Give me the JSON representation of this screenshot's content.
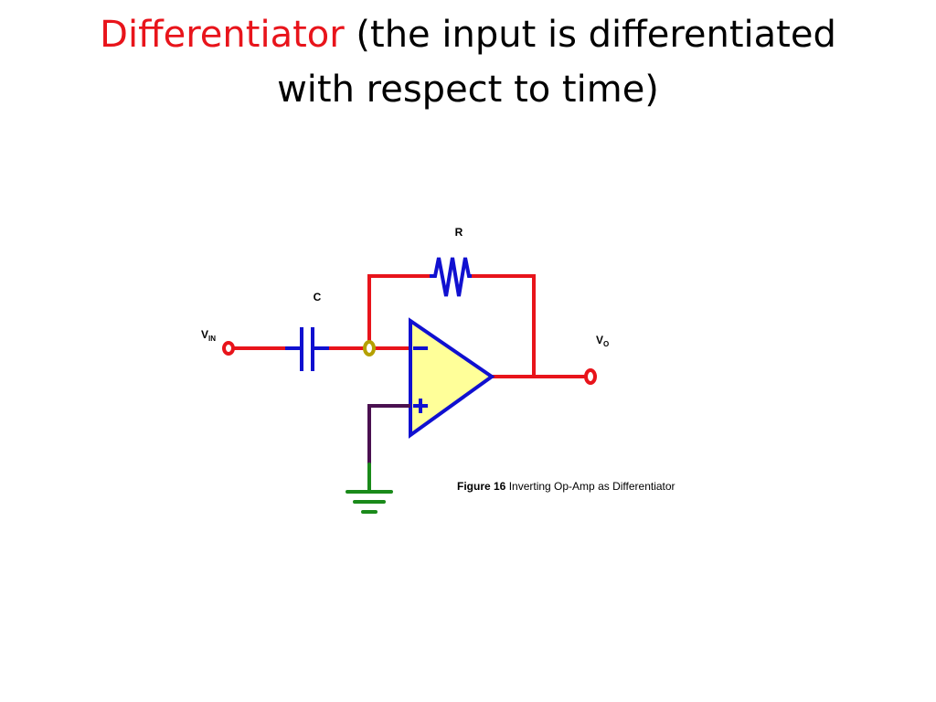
{
  "title": {
    "highlight": "Differentiator",
    "rest_line1": " (the input is differentiated",
    "line2": "with respect to time)"
  },
  "labels": {
    "resistor": "R",
    "capacitor": "C",
    "vin_main": "V",
    "vin_sub": "IN",
    "vo_main": "V",
    "vo_sub": "O",
    "minus": "−",
    "plus": "+"
  },
  "caption": {
    "figure": "Figure 16",
    "text": " Inverting Op-Amp as Differentiator"
  },
  "colors": {
    "title_highlight": "#e8141b",
    "wire": "#e8141b",
    "component": "#1010d0",
    "opamp_fill": "#ffff99",
    "terminal": "#b5a000",
    "ground": "#1a8a1a",
    "ground_lead": "#4a1050"
  }
}
